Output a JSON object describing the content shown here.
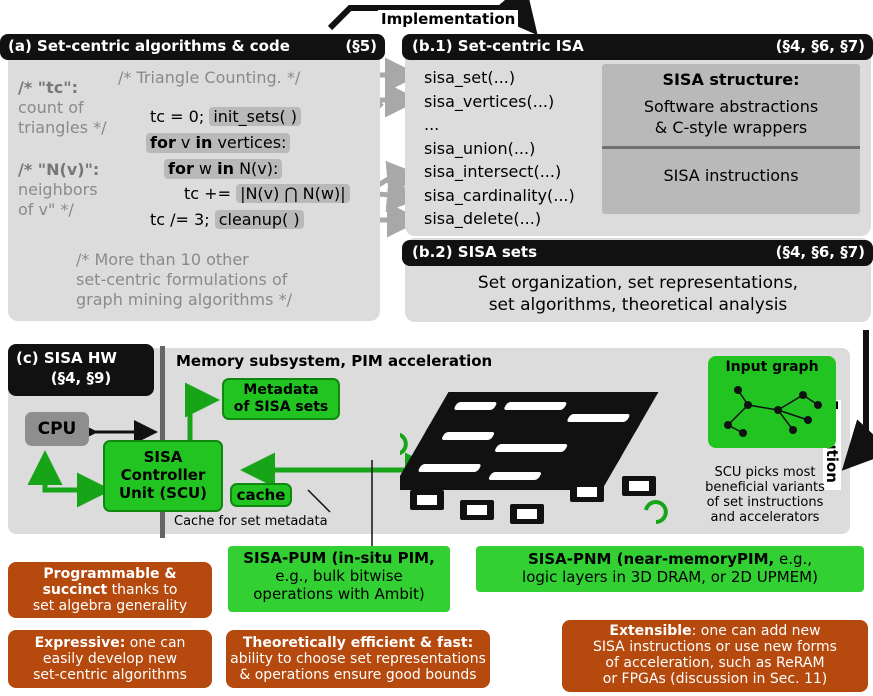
{
  "top": {
    "implementation": "Implementation",
    "execution": "Execution"
  },
  "panel_a": {
    "header": "(a) Set-centric algorithms & code",
    "section": "(§5)",
    "cmt_tc_key": "/* \"tc\":",
    "cmt_tc_rest1": "count of",
    "cmt_tc_rest2": "triangles */",
    "cmt_nv_key": "/* \"N(v)\":",
    "cmt_nv_rest1": "neighbors",
    "cmt_nv_rest2": "of v\" */",
    "cmt_title": "/* Triangle Counting. */",
    "line1_pre": "tc = 0; ",
    "line1_pill": "init_sets( )",
    "line2_kw1": "for",
    "line2_mid": " v ",
    "line2_kw2": "in",
    "line2_end": " vertices:",
    "line3_kw1": "for",
    "line3_mid": " w ",
    "line3_kw2": "in",
    "line3_end": " N(v):",
    "line4_pre": "tc += ",
    "line4_pill": "|N(v) ⋂ N(w)|",
    "line5_pre": "tc /= 3; ",
    "line5_pill": "cleanup( )",
    "more1": "/* More than 10 other",
    "more2": "set-centric formulations of",
    "more3": "graph mining algorithms */"
  },
  "panel_b1": {
    "header": "(b.1) Set-centric ISA",
    "sections": "(§4, §6, §7)",
    "items": [
      "sisa_set(...)",
      "sisa_vertices(...)",
      "...",
      "sisa_union(...)",
      "sisa_intersect(...)",
      "sisa_cardinality(...)",
      "sisa_delete(...)"
    ],
    "structure_title": "SISA structure:",
    "structure_l1": "Software abstractions",
    "structure_l2": "& C-style wrappers",
    "structure_l3": "SISA instructions"
  },
  "panel_b2": {
    "header": "(b.2) SISA sets",
    "sections": "(§4, §6, §7)",
    "body1": "Set organization, set representations,",
    "body2": "set algorithms, theoretical analysis"
  },
  "panel_c": {
    "header1": "(c) SISA HW",
    "header2": "(§4, §9)",
    "memory_title": "Memory subsystem, PIM acceleration",
    "cpu": "CPU",
    "metadata1": "Metadata",
    "metadata2": "of SISA sets",
    "scu1": "SISA",
    "scu2": "Controller",
    "scu3": "Unit (SCU)",
    "cache": "cache",
    "cache_note": "Cache for set metadata",
    "input_graph": "Input graph",
    "scu_note1": "SCU picks most",
    "scu_note2": "beneficial variants",
    "scu_note3": "of set instructions",
    "scu_note4": "and accelerators"
  },
  "pum": {
    "title": "SISA-PUM (in-situ PIM,",
    "l2": "e.g., bulk bitwise",
    "l3": "operations with Ambit)"
  },
  "pnm": {
    "title": "SISA-PNM (near-memoryPIM,",
    "title_tail": " e.g.,",
    "l2": "logic layers in 3D DRAM, or 2D UPMEM)"
  },
  "features": {
    "prog_b1": "Programmable &",
    "prog_b2": "succinct",
    "prog_t2": " thanks to",
    "prog_t3": "set algebra generality",
    "expr_b": "Expressive:",
    "expr_t1": " one can",
    "expr_t2": "easily develop new",
    "expr_t3": "set-centric algorithms",
    "eff_b": "Theoretically efficient & fast:",
    "eff_t2": "ability to choose set representations",
    "eff_t3": "& operations ensure good bounds",
    "ext_b": "Extensible",
    "ext_t1": ": one can add new",
    "ext_t2": "SISA instructions or use new forms",
    "ext_t3": "of acceleration, such as ReRAM",
    "ext_t4": "or FPGAs (discussion in Sec. 11)"
  },
  "colors": {
    "green": "#22c422",
    "brown": "#b5490e",
    "gray": "#dcdcdc",
    "black": "#111111"
  }
}
